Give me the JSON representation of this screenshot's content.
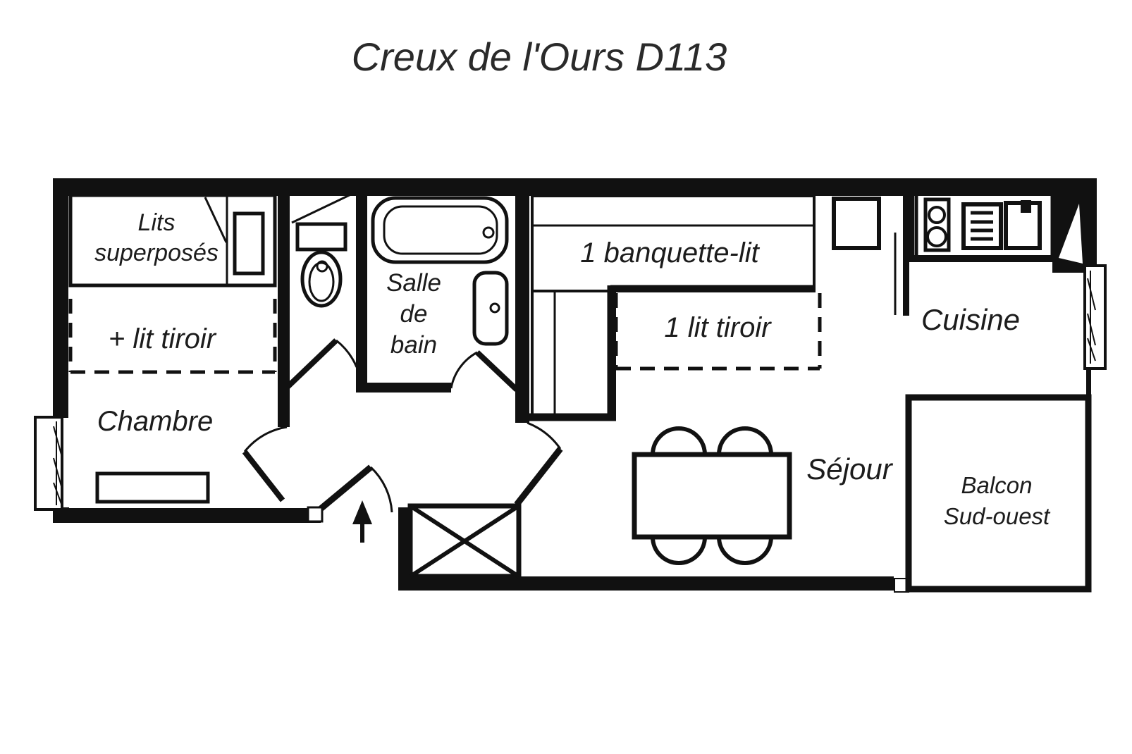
{
  "title": "Creux de l'Ours D113",
  "rooms": {
    "chambre": {
      "label": "Chambre",
      "bunk_beds_line1": "Lits",
      "bunk_beds_line2": "superposés",
      "drawer_bed": "+ lit tiroir"
    },
    "salle_de_bain": {
      "line1": "Salle",
      "line2": "de",
      "line3": "bain"
    },
    "sejour": {
      "label": "Séjour",
      "banquette": "1 banquette-lit",
      "lit_tiroir": "1 lit tiroir"
    },
    "cuisine": {
      "label": "Cuisine"
    },
    "balcon": {
      "line1": "Balcon",
      "line2": "Sud-ouest"
    }
  },
  "colors": {
    "ink": "#111111",
    "background": "#ffffff"
  }
}
